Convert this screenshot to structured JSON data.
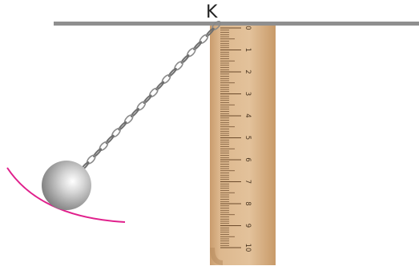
{
  "diagram": {
    "point_label": "K",
    "ruler": {
      "numbers": [
        "0",
        "1",
        "2",
        "3",
        "4",
        "5",
        "6",
        "7",
        "8",
        "9",
        "10"
      ],
      "divisions_per_unit": 10
    },
    "colors": {
      "beam": "#8f8f8f",
      "ruler_wood": "#d9b48a",
      "ruler_edge": "#b98e60",
      "tick": "#6b4a2b",
      "arc": "#e0208c",
      "ball_light": "#f2f2f2",
      "ball_dark": "#8a8a8a",
      "chain": "#9a9a9a"
    }
  }
}
